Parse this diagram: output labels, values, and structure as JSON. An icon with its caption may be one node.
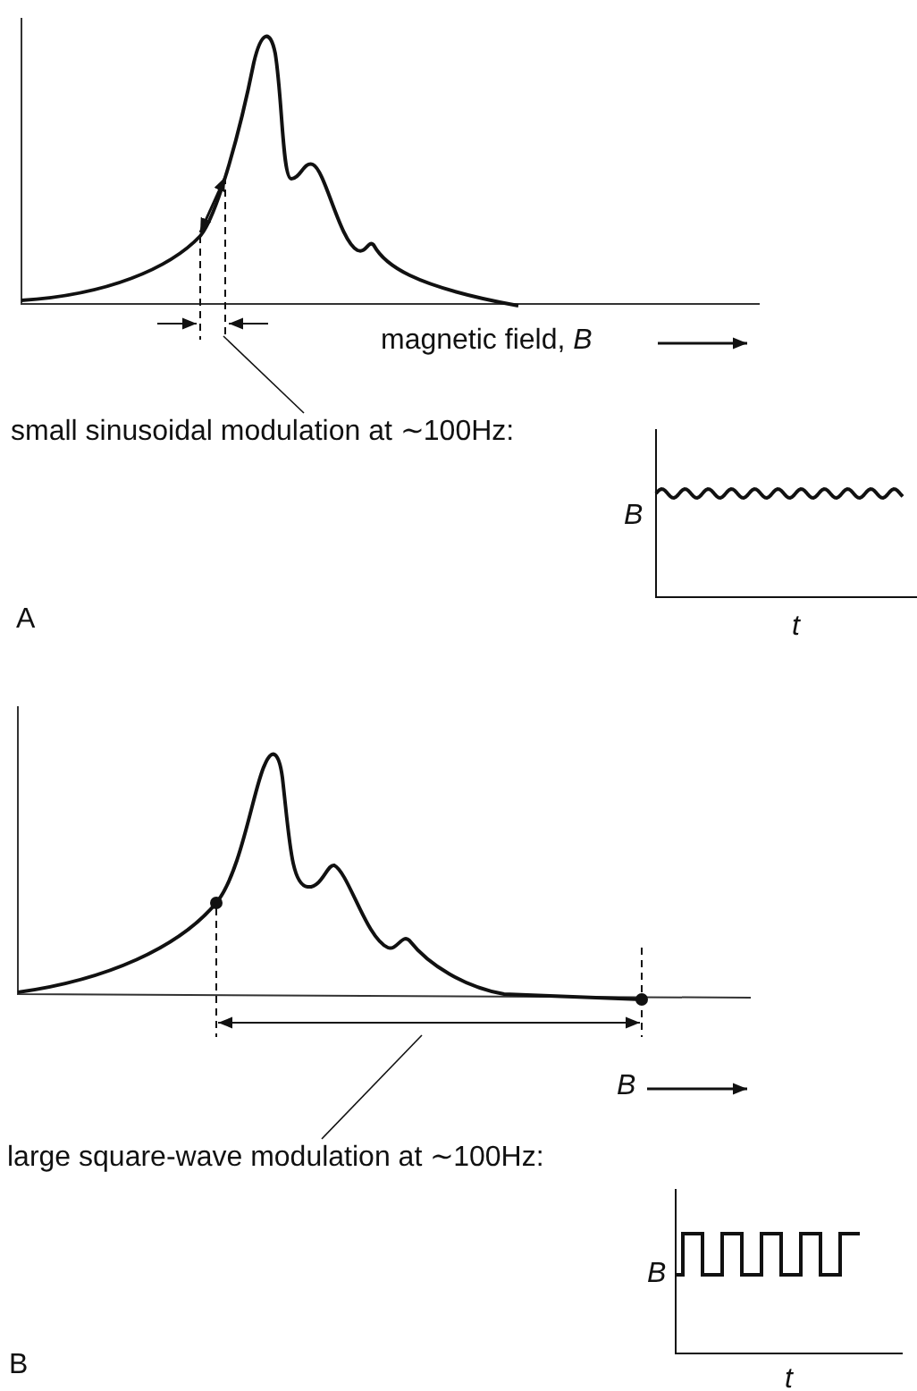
{
  "diagram": {
    "nodes": [
      {
        "text": [],
        "shape": "bar"
      },
      {
        "text": [
          "small sinusoidal modulation at ∼100Hz:"
        ]
      },
      {
        "text": [],
        "shape": "bar"
      },
      {
        "text": [
          "large square-wave modulation at ∼100Hz:"
        ]
      }
    ],
    "edges": [
      {
        "from": 1,
        "to": 0,
        "arrow": "none"
      },
      {
        "from": 3,
        "to": 2,
        "arrow": "none"
      }
    ],
    "labels": [
      "magnetic field, *B*",
      "B",
      "A",
      "t",
      "B",
      "B",
      "B",
      "t"
    ]
  }
}
